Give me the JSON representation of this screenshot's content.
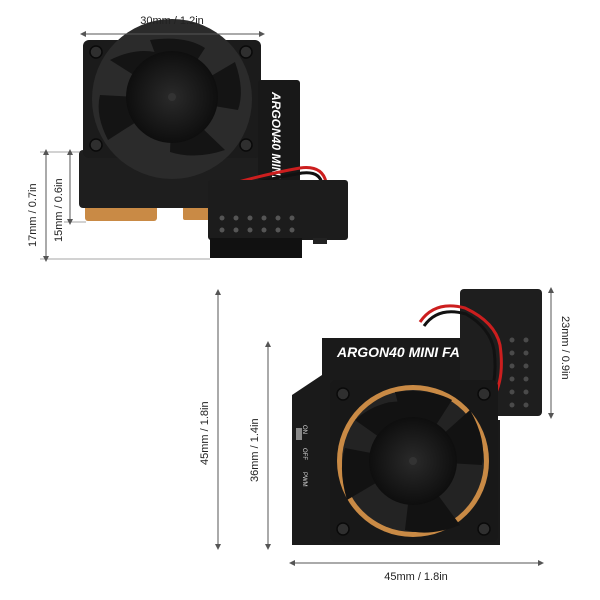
{
  "image": {
    "top_product": {
      "brand_text": "ARGON40 MINI FAN",
      "dimensions": {
        "width": "30mm / 1.2in",
        "height_total": "17mm / 0.7in",
        "height_fan": "15mm / 0.6in"
      }
    },
    "bottom_product": {
      "brand_text": "ARGON40 MINI FAN",
      "switch_labels": [
        "ON",
        "OFF",
        "PWM"
      ],
      "dimensions": {
        "total_height": "45mm / 1.8in",
        "fan_height": "36mm / 1.4in",
        "connector_height": "23mm / 0.9in",
        "width": "45mm / 1.8in"
      }
    },
    "colors": {
      "background": "#ffffff",
      "housing": "#1c1c1c",
      "copper": "#c98a45",
      "wire_red": "#cc1e1e",
      "wire_black": "#111111"
    }
  }
}
